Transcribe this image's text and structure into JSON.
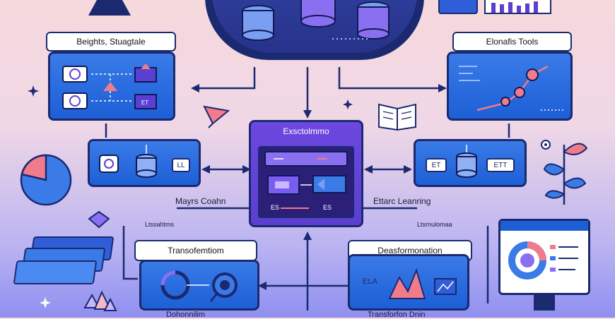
{
  "labels": {
    "top_left_title": "Beights, Stuagtale",
    "top_right_title": "Elonafis Tools",
    "center_title": "Exsctolmmo",
    "mid_left_caption": "Mayrs Coahn",
    "mid_right_caption": "Ettarc Leanring",
    "mid_left_chip": "LL",
    "mid_right_chip_a": "ET",
    "mid_right_chip_b": "ETT",
    "top_left_chip": "ET",
    "center_footer_left": "ES",
    "center_footer_right": "ES",
    "bottom_left_title": "Transofemtiom",
    "bottom_right_title": "Deasformonation",
    "bottom_right_chip": "ELA",
    "bottom_left_footer": "Dohonnilim",
    "bottom_right_footer": "Transforfon Dnin",
    "small_left_tag": "Ltssahtms",
    "small_right_tag": "Ltsrnulomaa"
  },
  "colors": {
    "panel_blue": "#1d5fd6",
    "outline": "#1b2a70",
    "purple": "#5b3fd0",
    "pink": "#f07b8c"
  }
}
